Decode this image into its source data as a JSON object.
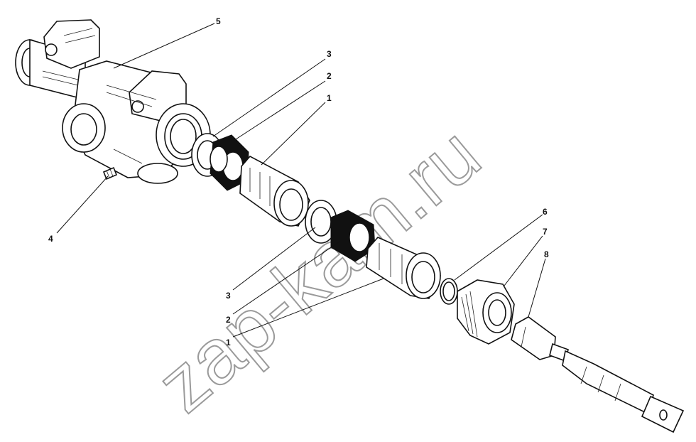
{
  "watermark": "zap-kam.ru",
  "callouts": [
    {
      "id": "c5",
      "text": "5"
    },
    {
      "id": "c3a",
      "text": "3"
    },
    {
      "id": "c2a",
      "text": "2"
    },
    {
      "id": "c1a",
      "text": "1"
    },
    {
      "id": "c4",
      "text": "4"
    },
    {
      "id": "c6",
      "text": "6"
    },
    {
      "id": "c7",
      "text": "7"
    },
    {
      "id": "c8",
      "text": "8"
    },
    {
      "id": "c3b",
      "text": "3"
    },
    {
      "id": "c2b",
      "text": "2"
    },
    {
      "id": "c1b",
      "text": "1"
    }
  ]
}
